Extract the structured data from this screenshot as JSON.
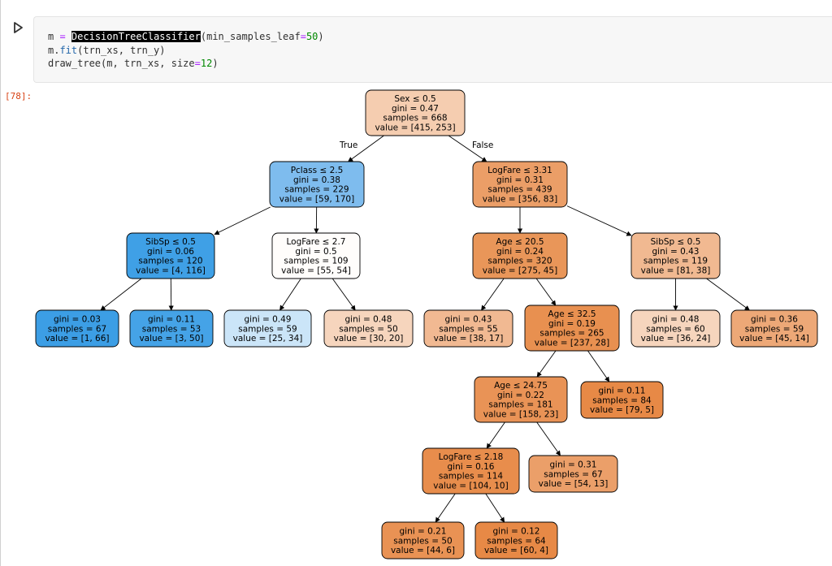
{
  "cell": {
    "code_lines": [
      [
        {
          "t": "m ",
          "c": "plain"
        },
        {
          "t": "=",
          "c": "op"
        },
        {
          "t": " ",
          "c": "plain"
        },
        {
          "t": "DecisionTreeClassifier",
          "c": "hl"
        },
        {
          "t": "(min_samples_leaf",
          "c": "plain"
        },
        {
          "t": "=",
          "c": "op"
        },
        {
          "t": "50",
          "c": "num"
        },
        {
          "t": ")",
          "c": "plain"
        }
      ],
      [
        {
          "t": "m.",
          "c": "plain"
        },
        {
          "t": "fit",
          "c": "fn"
        },
        {
          "t": "(trn_xs, trn_y)",
          "c": "plain"
        }
      ],
      [
        {
          "t": "draw_tree(m, trn_xs, size",
          "c": "plain"
        },
        {
          "t": "=",
          "c": "op"
        },
        {
          "t": "12",
          "c": "num"
        },
        {
          "t": ")",
          "c": "plain"
        }
      ]
    ]
  },
  "output": {
    "prompt": "[78]:"
  },
  "tree": {
    "edge_labels": {
      "true": "True",
      "false": "False"
    },
    "nodes": [
      {
        "id": "n0",
        "lines": [
          "Sex ≤ 0.5",
          "gini = 0.47",
          "samples = 668",
          "value = [415, 253]"
        ],
        "fill": "#f5cdb0"
      },
      {
        "id": "n1",
        "lines": [
          "Pclass ≤ 2.5",
          "gini = 0.38",
          "samples = 229",
          "value = [59, 170]"
        ],
        "fill": "#7ebcee"
      },
      {
        "id": "n2",
        "lines": [
          "LogFare ≤ 3.31",
          "gini = 0.31",
          "samples = 439",
          "value = [356, 83]"
        ],
        "fill": "#eb9e67"
      },
      {
        "id": "n3",
        "lines": [
          "SibSp ≤ 0.5",
          "gini = 0.06",
          "samples = 120",
          "value = [4, 116]"
        ],
        "fill": "#3fa0e6"
      },
      {
        "id": "n4",
        "lines": [
          "LogFare ≤ 2.7",
          "gini = 0.5",
          "samples = 109",
          "value = [55, 54]"
        ],
        "fill": "#fffdfb"
      },
      {
        "id": "n5",
        "lines": [
          "Age ≤ 20.5",
          "gini = 0.24",
          "samples = 320",
          "value = [275, 45]"
        ],
        "fill": "#e99659"
      },
      {
        "id": "n6",
        "lines": [
          "SibSp ≤ 0.5",
          "gini = 0.43",
          "samples = 119",
          "value = [81, 38]"
        ],
        "fill": "#f1b991"
      },
      {
        "id": "n7",
        "lines": [
          "gini = 0.03",
          "samples = 67",
          "value = [1, 66]"
        ],
        "fill": "#3c9ee5"
      },
      {
        "id": "n8",
        "lines": [
          "gini = 0.11",
          "samples = 53",
          "value = [3, 50]"
        ],
        "fill": "#45a3e7"
      },
      {
        "id": "n9",
        "lines": [
          "gini = 0.49",
          "samples = 59",
          "value = [25, 34]"
        ],
        "fill": "#cbe5f8"
      },
      {
        "id": "n10",
        "lines": [
          "gini = 0.48",
          "samples = 50",
          "value = [30, 20]"
        ],
        "fill": "#f6d5bd"
      },
      {
        "id": "n11",
        "lines": [
          "gini = 0.43",
          "samples = 55",
          "value = [38, 17]"
        ],
        "fill": "#f1b992"
      },
      {
        "id": "n12",
        "lines": [
          "Age ≤ 32.5",
          "gini = 0.19",
          "samples = 265",
          "value = [237, 28]"
        ],
        "fill": "#e89050"
      },
      {
        "id": "n13",
        "lines": [
          "gini = 0.48",
          "samples = 60",
          "value = [36, 24]"
        ],
        "fill": "#f6d5bd"
      },
      {
        "id": "n14",
        "lines": [
          "gini = 0.36",
          "samples = 59",
          "value = [45, 14]"
        ],
        "fill": "#eda877"
      },
      {
        "id": "n15",
        "lines": [
          "Age ≤ 24.75",
          "gini = 0.22",
          "samples = 181",
          "value = [158, 23]"
        ],
        "fill": "#e99356"
      },
      {
        "id": "n16",
        "lines": [
          "gini = 0.11",
          "samples = 84",
          "value = [79, 5]"
        ],
        "fill": "#e78946"
      },
      {
        "id": "n17",
        "lines": [
          "LogFare ≤ 2.18",
          "gini = 0.16",
          "samples = 114",
          "value = [104, 10]"
        ],
        "fill": "#e88d4c"
      },
      {
        "id": "n18",
        "lines": [
          "gini = 0.31",
          "samples = 67",
          "value = [54, 13]"
        ],
        "fill": "#eb9f69"
      },
      {
        "id": "n19",
        "lines": [
          "gini = 0.21",
          "samples = 50",
          "value = [44, 6]"
        ],
        "fill": "#e99254"
      },
      {
        "id": "n20",
        "lines": [
          "gini = 0.12",
          "samples = 64",
          "value = [60, 4]"
        ],
        "fill": "#e78946"
      }
    ],
    "edges": [
      [
        "n0",
        "n1"
      ],
      [
        "n0",
        "n2"
      ],
      [
        "n1",
        "n3"
      ],
      [
        "n1",
        "n4"
      ],
      [
        "n2",
        "n5"
      ],
      [
        "n2",
        "n6"
      ],
      [
        "n3",
        "n7"
      ],
      [
        "n3",
        "n8"
      ],
      [
        "n4",
        "n9"
      ],
      [
        "n4",
        "n10"
      ],
      [
        "n5",
        "n11"
      ],
      [
        "n5",
        "n12"
      ],
      [
        "n6",
        "n13"
      ],
      [
        "n6",
        "n14"
      ],
      [
        "n12",
        "n15"
      ],
      [
        "n12",
        "n16"
      ],
      [
        "n15",
        "n17"
      ],
      [
        "n15",
        "n18"
      ],
      [
        "n17",
        "n19"
      ],
      [
        "n17",
        "n20"
      ]
    ]
  }
}
